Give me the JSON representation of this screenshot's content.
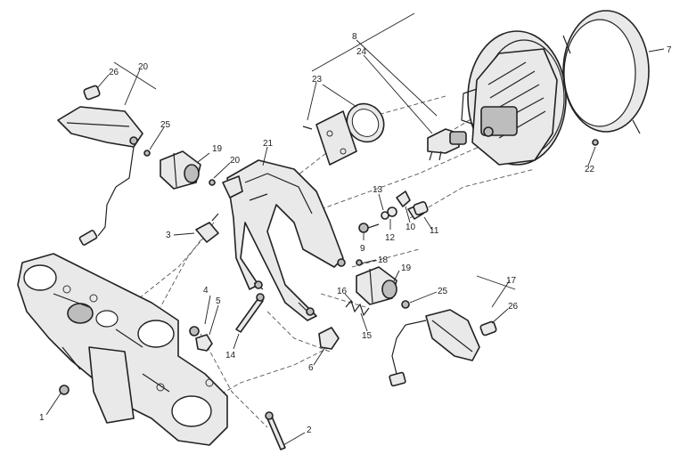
{
  "callouts": [
    "1",
    "2",
    "3",
    "4",
    "5",
    "6",
    "7",
    "8",
    "9",
    "10",
    "11",
    "12",
    "13",
    "14",
    "15",
    "16",
    "17",
    "18",
    "19",
    "19",
    "20",
    "20",
    "21",
    "22",
    "23",
    "24",
    "25",
    "25",
    "26",
    "26"
  ]
}
